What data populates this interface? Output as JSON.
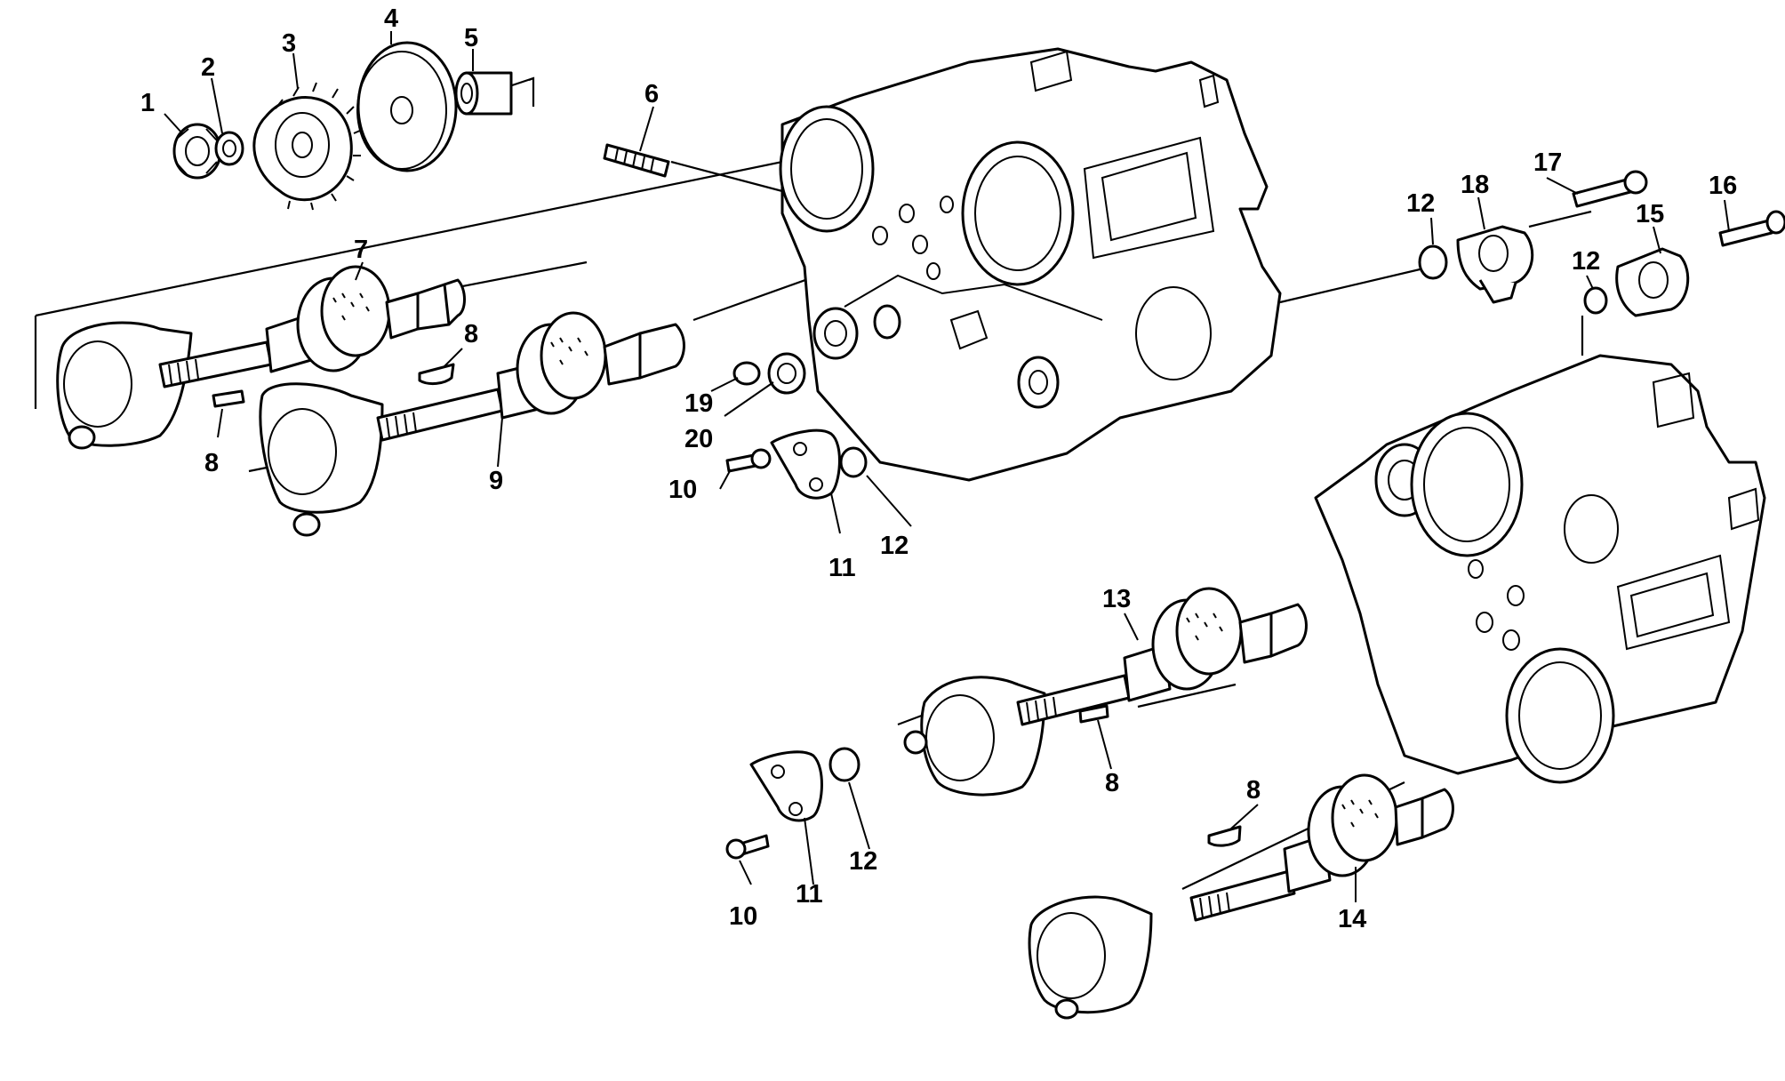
{
  "callouts": [
    {
      "id": "c1",
      "text": "1"
    },
    {
      "id": "c2",
      "text": "2"
    },
    {
      "id": "c3",
      "text": "3"
    },
    {
      "id": "c4",
      "text": "4"
    },
    {
      "id": "c5",
      "text": "5"
    },
    {
      "id": "c6",
      "text": "6"
    },
    {
      "id": "c7",
      "text": "7"
    },
    {
      "id": "c8a",
      "text": "8"
    },
    {
      "id": "c8b",
      "text": "8"
    },
    {
      "id": "c8c",
      "text": "8"
    },
    {
      "id": "c8d",
      "text": "8"
    },
    {
      "id": "c9",
      "text": "9"
    },
    {
      "id": "c10a",
      "text": "10"
    },
    {
      "id": "c10b",
      "text": "10"
    },
    {
      "id": "c11a",
      "text": "11"
    },
    {
      "id": "c11b",
      "text": "11"
    },
    {
      "id": "c12a",
      "text": "12"
    },
    {
      "id": "c12b",
      "text": "12"
    },
    {
      "id": "c12c",
      "text": "12"
    },
    {
      "id": "c12d",
      "text": "12"
    },
    {
      "id": "c13",
      "text": "13"
    },
    {
      "id": "c14",
      "text": "14"
    },
    {
      "id": "c15",
      "text": "15"
    },
    {
      "id": "c16",
      "text": "16"
    },
    {
      "id": "c17",
      "text": "17"
    },
    {
      "id": "c18",
      "text": "18"
    },
    {
      "id": "c19",
      "text": "19"
    },
    {
      "id": "c20",
      "text": "20"
    }
  ]
}
